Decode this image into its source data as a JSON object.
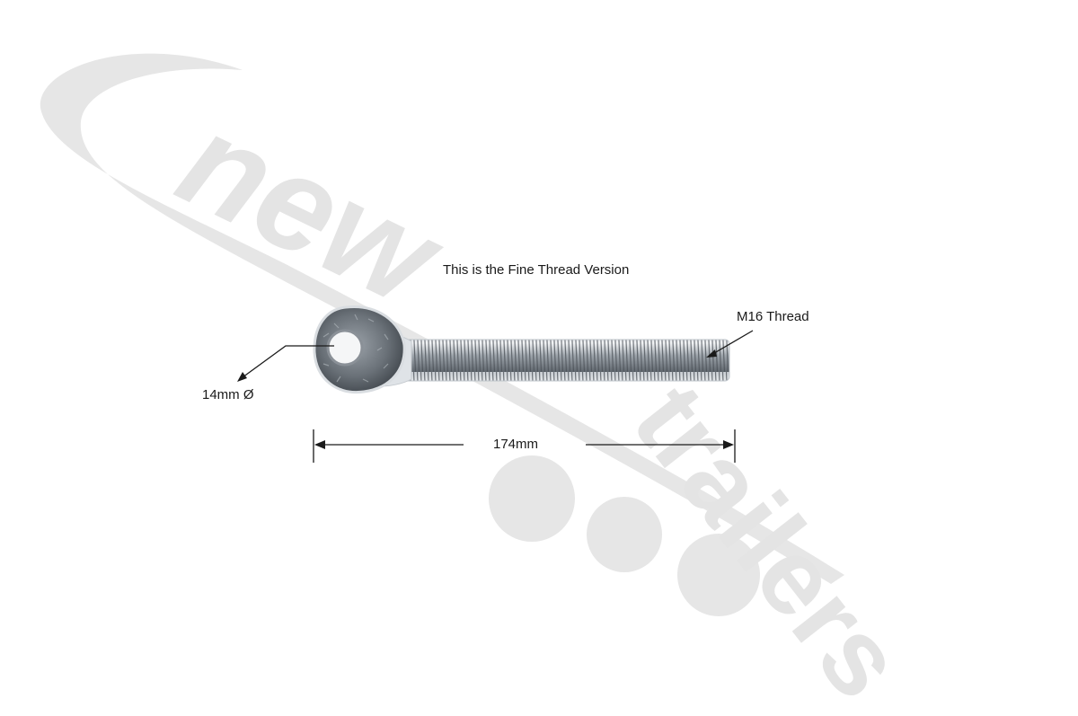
{
  "watermark": {
    "logo_text": "new trailers",
    "color": "#e6e6e6"
  },
  "product": {
    "caption": "This is the Fine Thread Version",
    "thread_label": "M16 Thread",
    "eye_label": "14mm Ø",
    "length_label": "174mm"
  },
  "colors": {
    "background": "#ffffff",
    "steel_light": "#eceff2",
    "steel_mid": "#a9b0b7",
    "steel_dark": "#5c636a",
    "annotation": "#1a1a1a"
  }
}
